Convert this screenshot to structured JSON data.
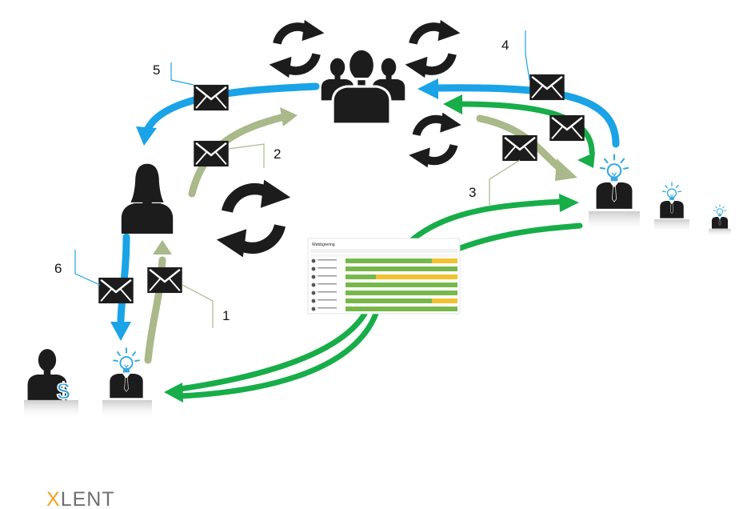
{
  "steps": {
    "s1": "1",
    "s2": "2",
    "s3": "3",
    "s4": "4",
    "s5": "5",
    "s6": "6"
  },
  "logo": {
    "x": "X",
    "rest": "LENT"
  },
  "screenshot": {
    "title": "Webbgrering",
    "rows": 7,
    "rows_with_yellow": [
      0,
      2,
      5
    ]
  },
  "icons": {
    "user_group": "user-group-icon",
    "person": "female-user-icon",
    "idea_person": "lightbulb-person-icon",
    "money_person": "dollar-person-icon",
    "envelope": "envelope-icon",
    "sync": "sync-arrows-icon"
  },
  "colors": {
    "blue": "#1aa3e6",
    "green": "#17ad48",
    "olive": "#a9b98a",
    "icon_dark": "#1c1c1c",
    "bulb": "#33a9e0",
    "dollar": "#2a9fd6",
    "logo_x": "#f0a21e",
    "logo_text": "#6f6f6f",
    "bar_green": "#78b84a",
    "bar_yellow": "#f2c230"
  }
}
